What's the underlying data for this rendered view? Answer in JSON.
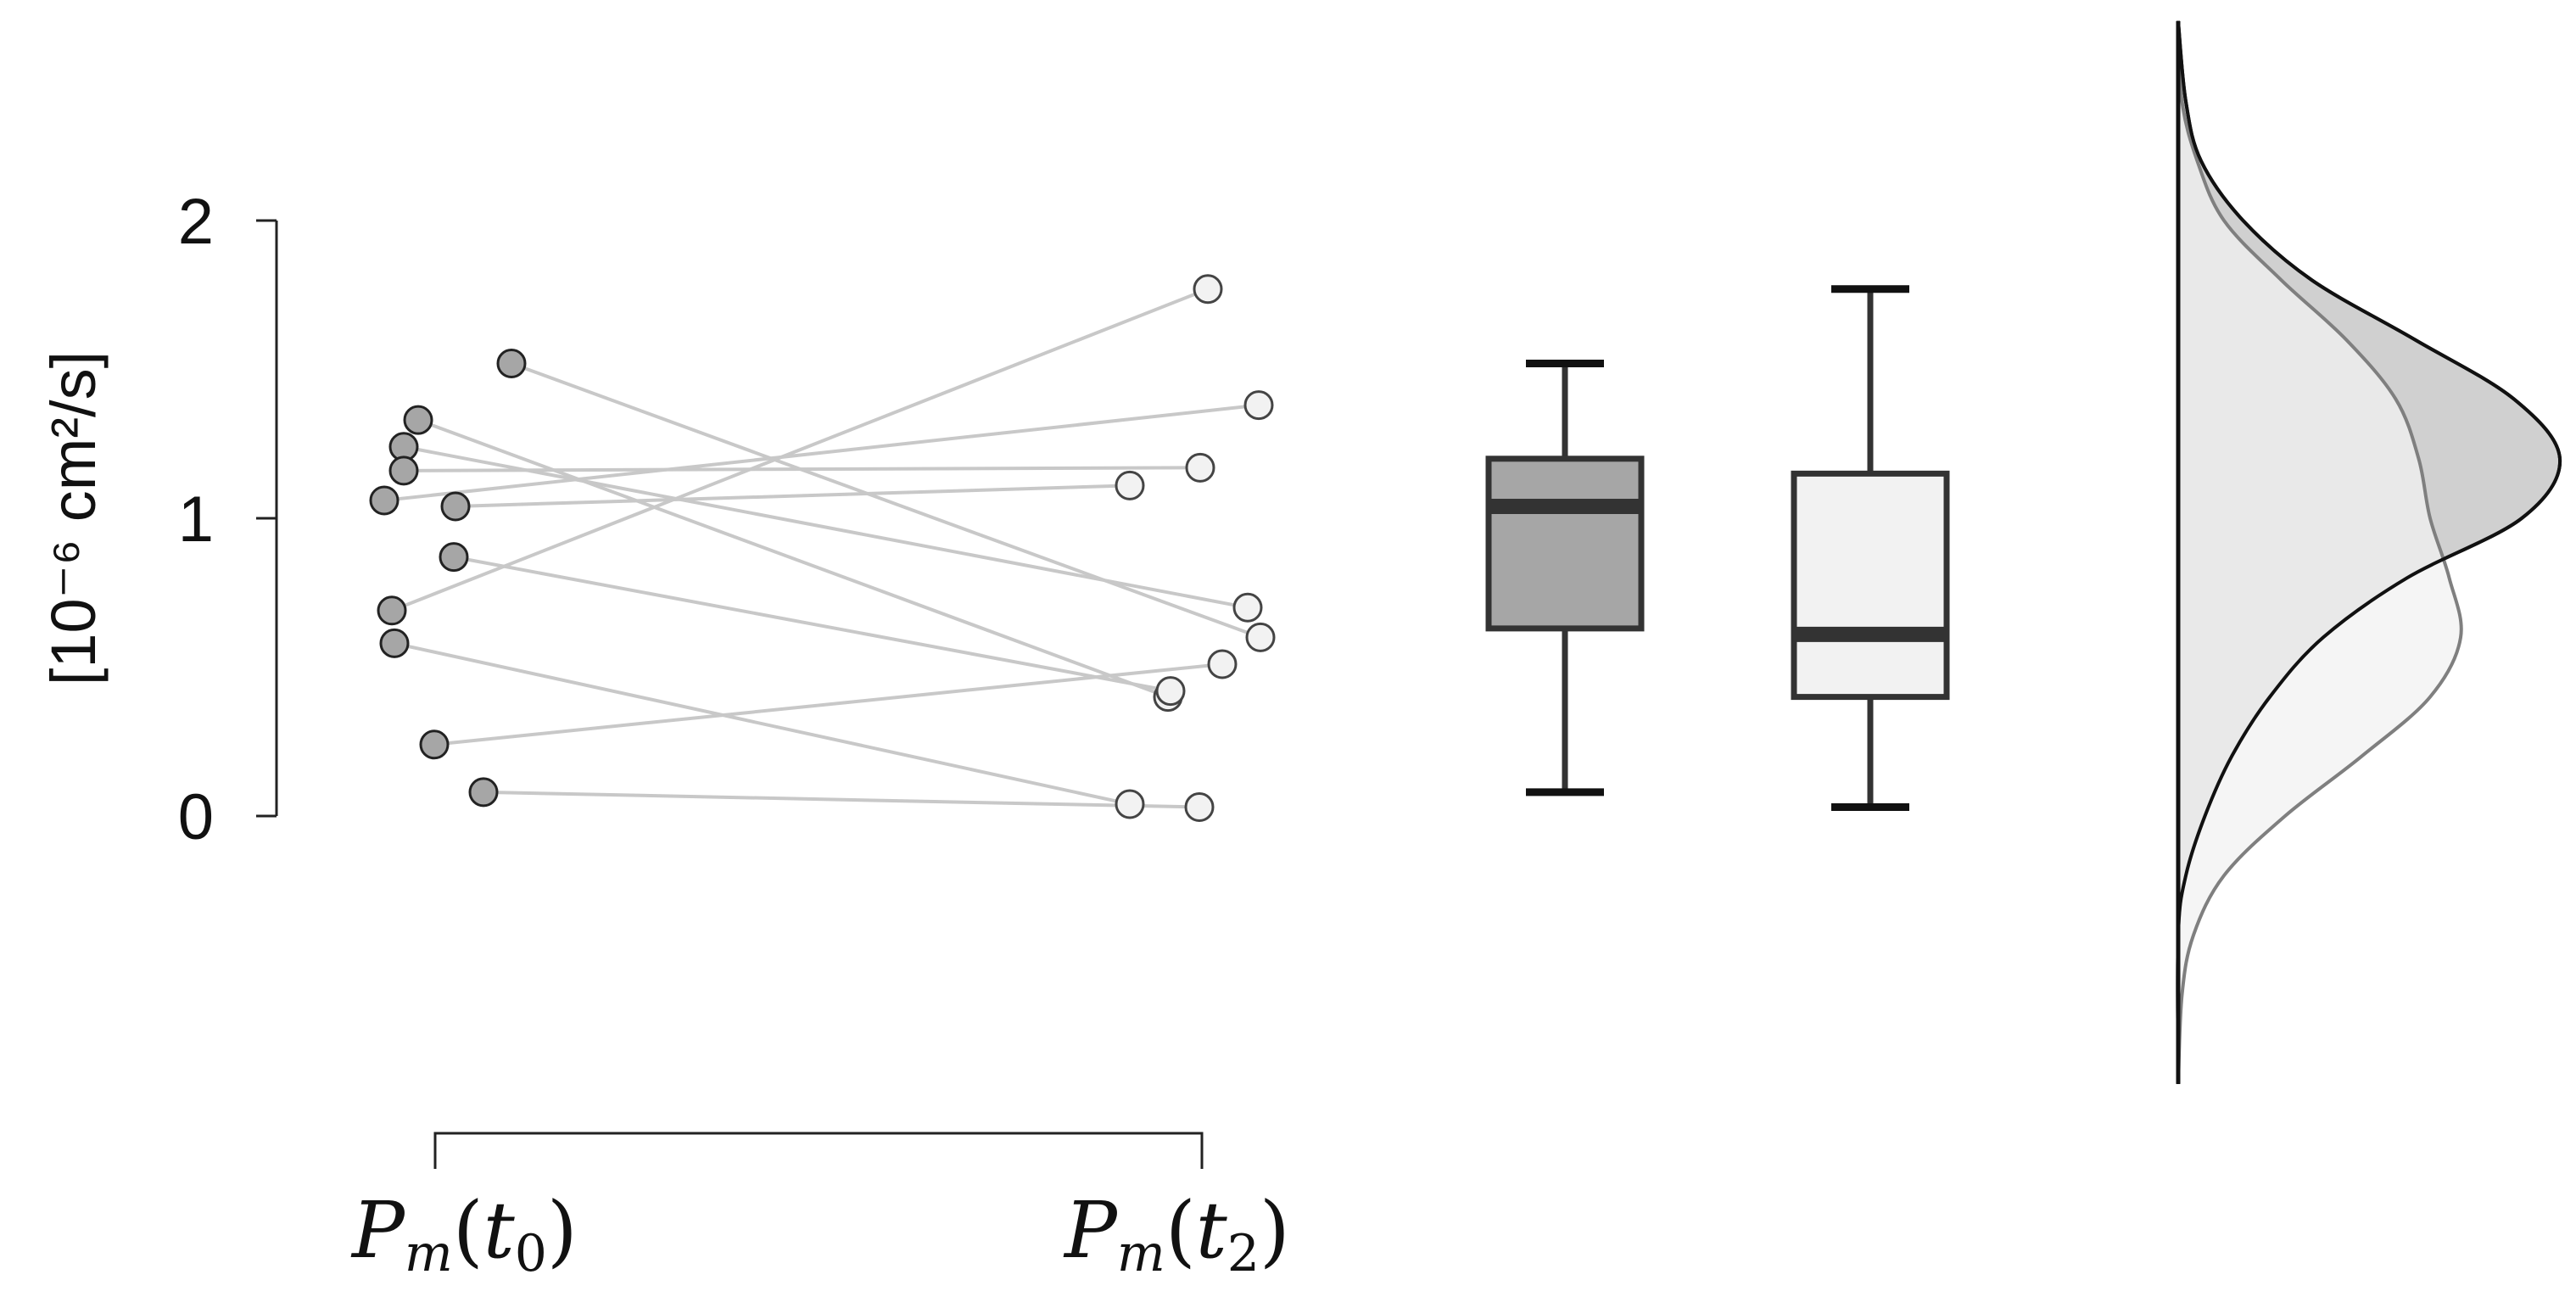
{
  "chart_data": {
    "type": "scatter",
    "variant": "paired raincloud (paired points + box plots + split half-violin densities)",
    "title": "",
    "ylabel": "[10⁻⁶ cm²/s]",
    "xlabel": "",
    "ylim": [
      0,
      2
    ],
    "yticks": [
      0,
      1,
      2
    ],
    "grid": false,
    "legend": "none",
    "groups": [
      {
        "label_base": "P",
        "label_sub": "m",
        "label_arg_base": "t",
        "label_arg_sub": "0",
        "label": "Pm(t0)",
        "color": "#a6a6a6"
      },
      {
        "label_base": "P",
        "label_sub": "m",
        "label_arg_base": "t",
        "label_arg_sub": "2",
        "label": "Pm(t2)",
        "color": "#f2f2f2"
      }
    ],
    "pairs": [
      {
        "t0": 1.52,
        "t2": 0.6
      },
      {
        "t0": 1.33,
        "t2": 0.4
      },
      {
        "t0": 1.24,
        "t2": 0.7
      },
      {
        "t0": 1.16,
        "t2": 1.17
      },
      {
        "t0": 1.06,
        "t2": 1.38
      },
      {
        "t0": 1.04,
        "t2": 1.11
      },
      {
        "t0": 0.87,
        "t2": 0.42
      },
      {
        "t0": 0.69,
        "t2": 1.77
      },
      {
        "t0": 0.58,
        "t2": 0.04
      },
      {
        "t0": 0.24,
        "t2": 0.51
      },
      {
        "t0": 0.08,
        "t2": 0.03
      }
    ],
    "boxplots": [
      {
        "group": "Pm(t0)",
        "whisker_low": 0.08,
        "q1": 0.63,
        "median": 1.04,
        "q3": 1.2,
        "whisker_high": 1.52,
        "color": "#a6a6a6"
      },
      {
        "group": "Pm(t2)",
        "whisker_low": 0.03,
        "q1": 0.4,
        "median": 0.61,
        "q3": 1.15,
        "whisker_high": 1.77,
        "color": "#f2f2f2"
      }
    ],
    "densities": [
      {
        "group": "Pm(t0)",
        "color": "#d0d0d0",
        "outline": "#111111",
        "points": [
          [
            2.67,
            0.0
          ],
          [
            2.4,
            0.02
          ],
          [
            2.2,
            0.06
          ],
          [
            2.0,
            0.17
          ],
          [
            1.8,
            0.35
          ],
          [
            1.6,
            0.62
          ],
          [
            1.4,
            0.88
          ],
          [
            1.2,
            1.0
          ],
          [
            1.0,
            0.9
          ],
          [
            0.8,
            0.6
          ],
          [
            0.6,
            0.38
          ],
          [
            0.4,
            0.24
          ],
          [
            0.2,
            0.14
          ],
          [
            0.0,
            0.07
          ],
          [
            -0.2,
            0.02
          ],
          [
            -0.4,
            0.0
          ],
          [
            -0.9,
            0.0
          ]
        ]
      },
      {
        "group": "Pm(t2)",
        "color": "#f2f2f2",
        "outline": "#7f7f7f",
        "points": [
          [
            2.67,
            0.0
          ],
          [
            2.4,
            0.01
          ],
          [
            2.2,
            0.05
          ],
          [
            2.0,
            0.12
          ],
          [
            1.8,
            0.27
          ],
          [
            1.6,
            0.44
          ],
          [
            1.4,
            0.57
          ],
          [
            1.2,
            0.63
          ],
          [
            1.0,
            0.66
          ],
          [
            0.8,
            0.71
          ],
          [
            0.6,
            0.74
          ],
          [
            0.4,
            0.66
          ],
          [
            0.2,
            0.48
          ],
          [
            0.0,
            0.28
          ],
          [
            -0.2,
            0.12
          ],
          [
            -0.4,
            0.04
          ],
          [
            -0.6,
            0.01
          ],
          [
            -0.9,
            0.0
          ]
        ]
      }
    ]
  },
  "colors": {
    "paired_line": "#c8c8c8",
    "box_stroke": "#333333",
    "axis": "#222222"
  }
}
